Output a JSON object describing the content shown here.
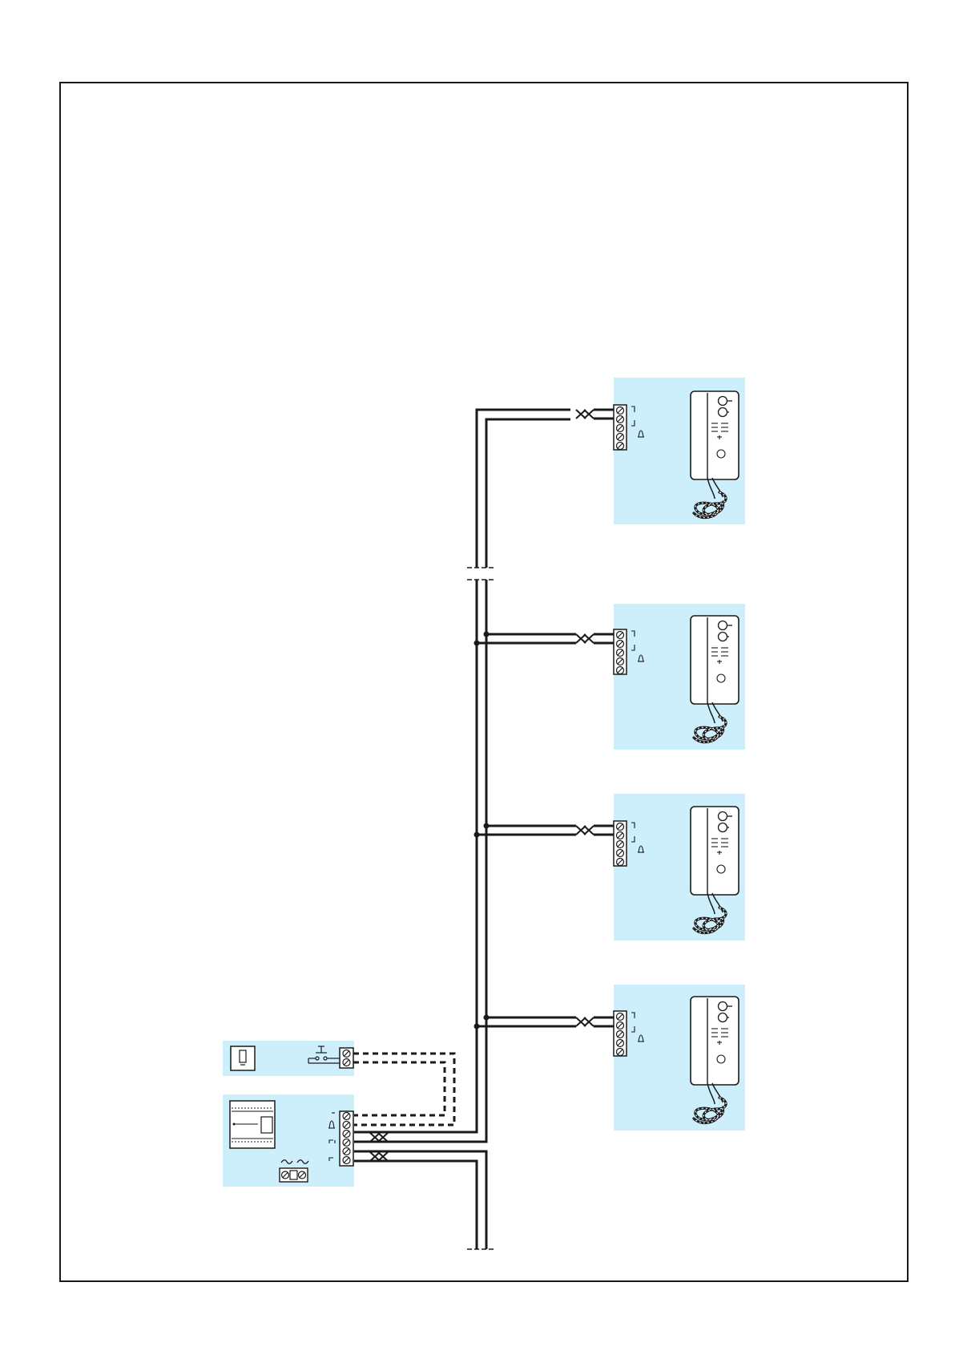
{
  "colors": {
    "background": "#ffffff",
    "panel_fill": "#cdeefb",
    "line": "#1a1a1a",
    "device_fill": "#ffffff"
  },
  "symbols": {
    "bell": "bell-symbol",
    "ac_supply": "tilde-symbol",
    "lock_contact": "lock-contact-symbol"
  }
}
